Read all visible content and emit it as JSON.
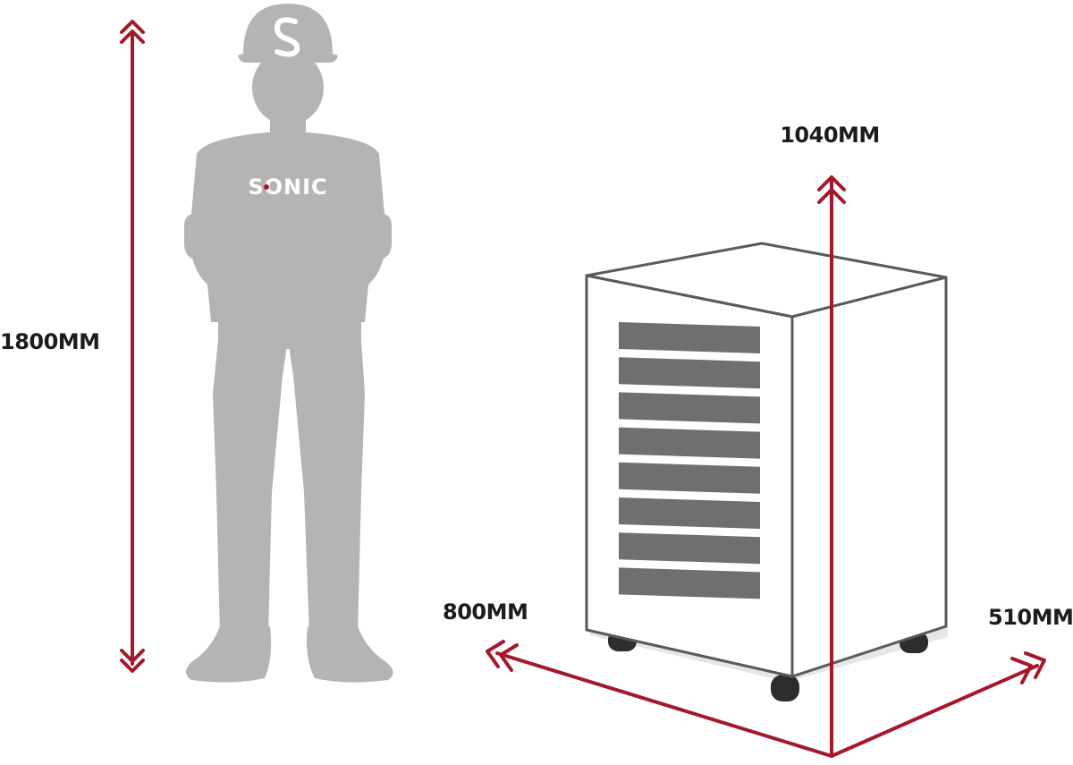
{
  "dimensions": {
    "person_height": "1800MM",
    "cabinet_height": "1040MM",
    "cabinet_width": "800MM",
    "cabinet_depth": "510MM"
  },
  "person": {
    "logo_text": "SONIC"
  },
  "cabinet": {
    "drawer_count": 8
  },
  "colors": {
    "arrow": "#a5182a",
    "silhouette": "#b4b4b4",
    "drawer": "#6f6f6f",
    "outline": "#5a5a5a",
    "label": "#1c1c1c"
  }
}
